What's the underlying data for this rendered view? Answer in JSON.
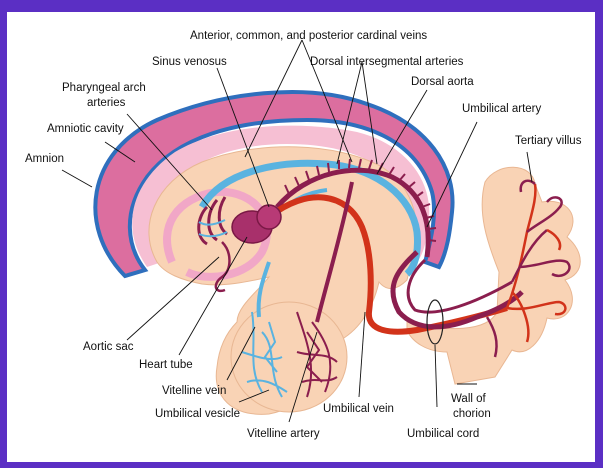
{
  "labels": {
    "cardinal_veins": "Anterior, common, and posterior cardinal veins",
    "sinus_venosus": "Sinus venosus",
    "dorsal_intersegmental_arteries": "Dorsal intersegmental arteries",
    "pharyngeal_arch_arteries_line1": "Pharyngeal arch",
    "pharyngeal_arch_arteries_line2": "arteries",
    "dorsal_aorta": "Dorsal aorta",
    "umbilical_artery": "Umbilical artery",
    "amniotic_cavity": "Amniotic cavity",
    "tertiary_villus": "Tertiary villus",
    "amnion": "Amnion",
    "aortic_sac": "Aortic sac",
    "heart_tube": "Heart tube",
    "vitelline_vein": "Vitelline vein",
    "umbilical_vesicle": "Umbilical vesicle",
    "umbilical_vein": "Umbilical vein",
    "wall_of_chorion_line1": "Wall of",
    "wall_of_chorion_line2": "chorion",
    "vitelline_artery": "Vitelline artery",
    "umbilical_cord": "Umbilical cord"
  },
  "colors": {
    "background": "#5b2fc4",
    "panel": "#ffffff",
    "embryo_tissue": "#f9d3b5",
    "amnion_pink": "#e07aa8",
    "amnion_border": "#3b79c5",
    "vein_blue": "#5ab3e0",
    "artery_red": "#d2331a",
    "mixed_purple": "#8b1e4e"
  }
}
